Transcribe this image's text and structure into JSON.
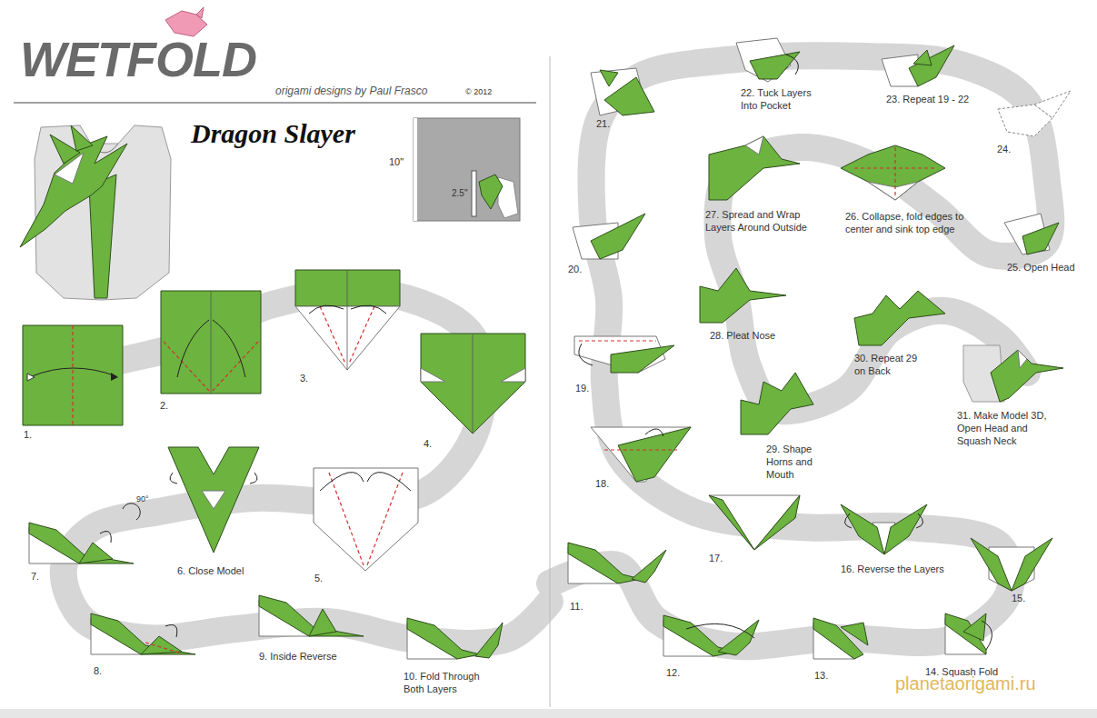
{
  "diagram": {
    "title": "Dragon Slayer",
    "labels": [
      "WETFOLD",
      "origami designs by Paul Frasco",
      "© 2012",
      "10\"",
      "2.5\"",
      "90°",
      "1.",
      "2.",
      "3.",
      "4.",
      "5.",
      "6. Close Model",
      "7.",
      "8.",
      "9. Inside Reverse",
      "10. Fold Through Both Layers",
      "11.",
      "12.",
      "13.",
      "14. Squash Fold",
      "15.",
      "16. Reverse the Layers",
      "17.",
      "18.",
      "19.",
      "20.",
      "21.",
      "22. Tuck Layers Into Pocket",
      "23. Repeat 19 - 22",
      "24.",
      "25. Open Head",
      "26. Collapse, fold edges to center and sink top edge",
      "27. Spread and Wrap Layers Around Outside",
      "28. Pleat Nose",
      "29. Shape Horns and Mouth",
      "30. Repeat 29 on Back",
      "31. Make Model 3D, Open Head and Squash Neck",
      "planetaorigami.ru"
    ]
  }
}
